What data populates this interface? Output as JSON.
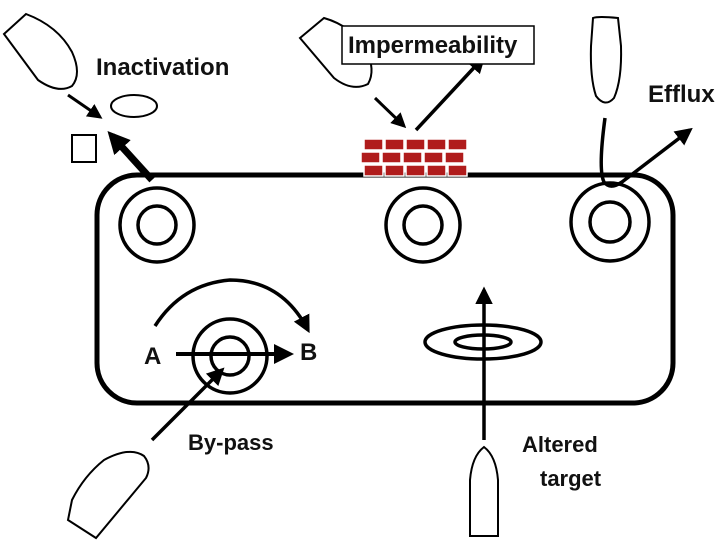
{
  "labels": {
    "inactivation": "Inactivation",
    "impermeability": "Impermeability",
    "efflux": "Efflux",
    "bypass": "By-pass",
    "altered_line1": "Altered",
    "altered_line2": "target",
    "point_a": "A",
    "point_b": "B"
  },
  "colors": {
    "brick": "#b01c1c",
    "brick_mortar": "#ffffff",
    "outline": "#000000",
    "background": "#ffffff"
  }
}
